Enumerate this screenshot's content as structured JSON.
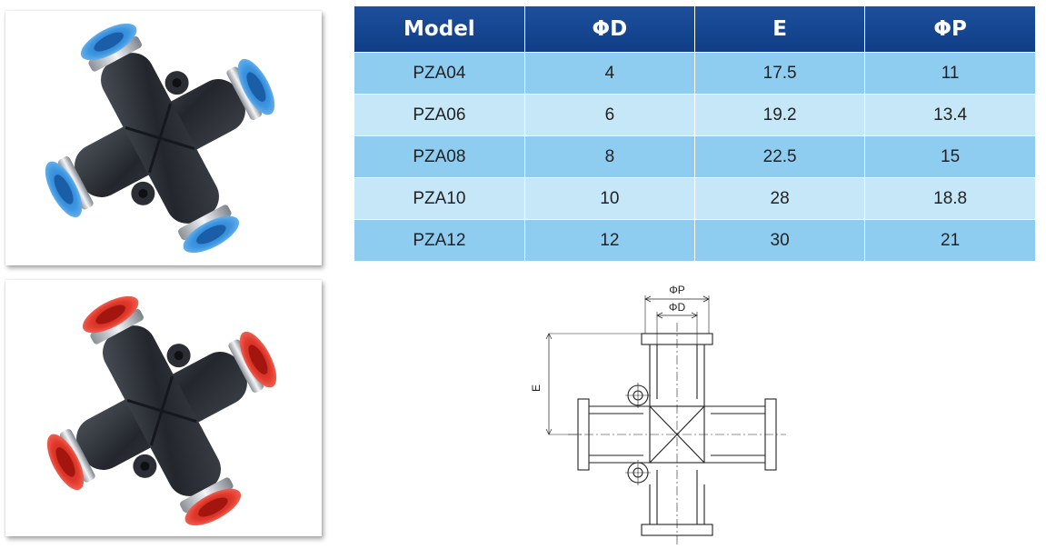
{
  "products": [
    {
      "name": "blue-union-cross",
      "collet_color": "#4a9fe0"
    },
    {
      "name": "red-union-cross",
      "collet_color": "#e23a2c"
    }
  ],
  "table": {
    "headers": [
      "Model",
      "ΦD",
      "E",
      "ΦP"
    ],
    "rows": [
      [
        "PZA04",
        "4",
        "17.5",
        "11"
      ],
      [
        "PZA06",
        "6",
        "19.2",
        "13.4"
      ],
      [
        "PZA08",
        "8",
        "22.5",
        "15"
      ],
      [
        "PZA10",
        "10",
        "28",
        "18.8"
      ],
      [
        "PZA12",
        "12",
        "30",
        "21"
      ]
    ],
    "header_color": "#174896",
    "row_color_odd": "#8fcdf0",
    "row_color_even": "#c6e7f8"
  },
  "drawing": {
    "label_p": "ΦP",
    "label_d": "ΦD",
    "label_e": "E"
  }
}
